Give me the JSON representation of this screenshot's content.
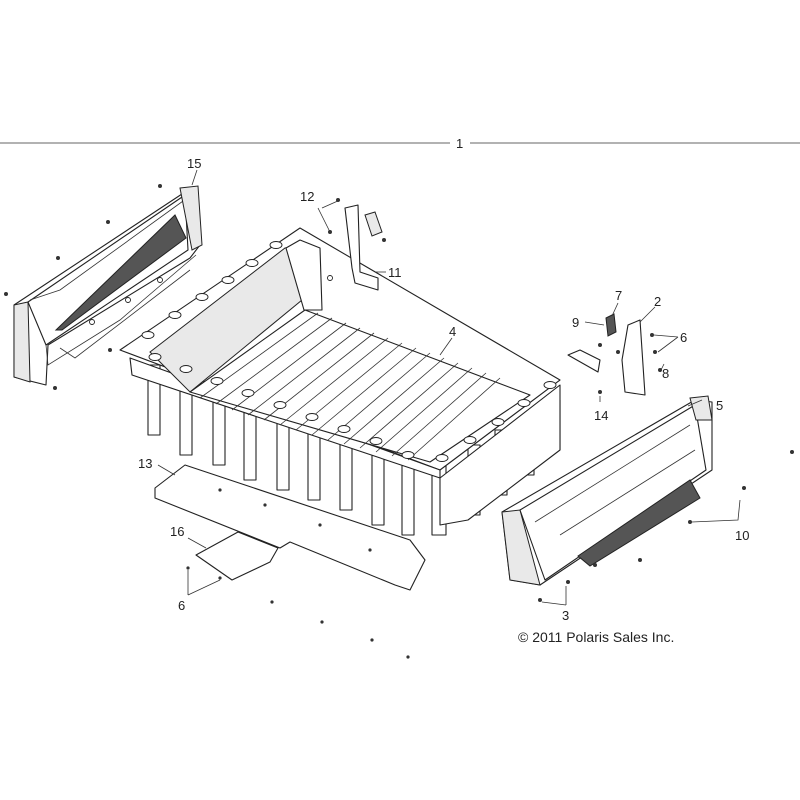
{
  "callouts": [
    "1",
    "2",
    "3",
    "4",
    "5",
    "6",
    "7",
    "8",
    "9",
    "10",
    "11",
    "12",
    "13",
    "14",
    "15",
    "16",
    "6"
  ],
  "copyright": "© 2011 Polaris Sales Inc."
}
